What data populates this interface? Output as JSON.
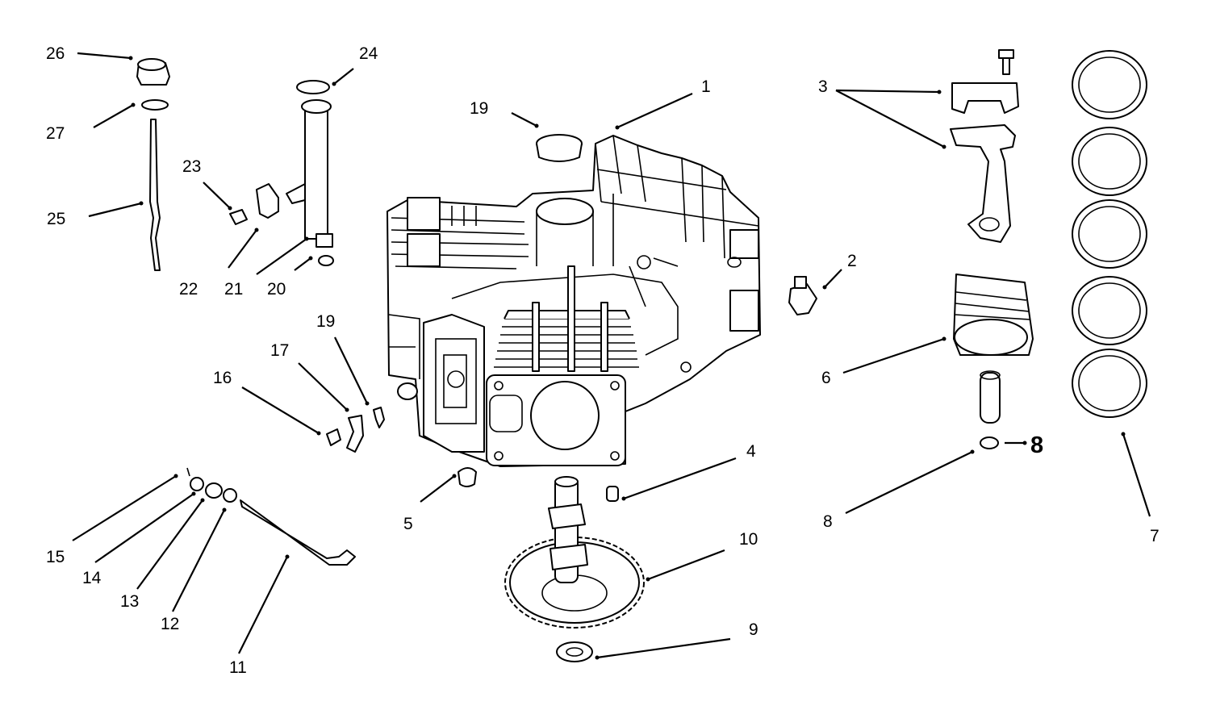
{
  "callouts": {
    "c1": "1",
    "c2": "2",
    "c3": "3",
    "c4": "4",
    "c5": "5",
    "c6": "6",
    "c7": "7",
    "c8": "8",
    "c8b": "8",
    "c9": "9",
    "c10": "10",
    "c11": "11",
    "c12": "12",
    "c13": "13",
    "c14": "14",
    "c15": "15",
    "c16": "16",
    "c17": "17",
    "c19a": "19",
    "c19b": "19",
    "c20": "20",
    "c21": "21",
    "c22": "22",
    "c23": "23",
    "c24": "24",
    "c25": "25",
    "c26": "26",
    "c27": "27"
  }
}
